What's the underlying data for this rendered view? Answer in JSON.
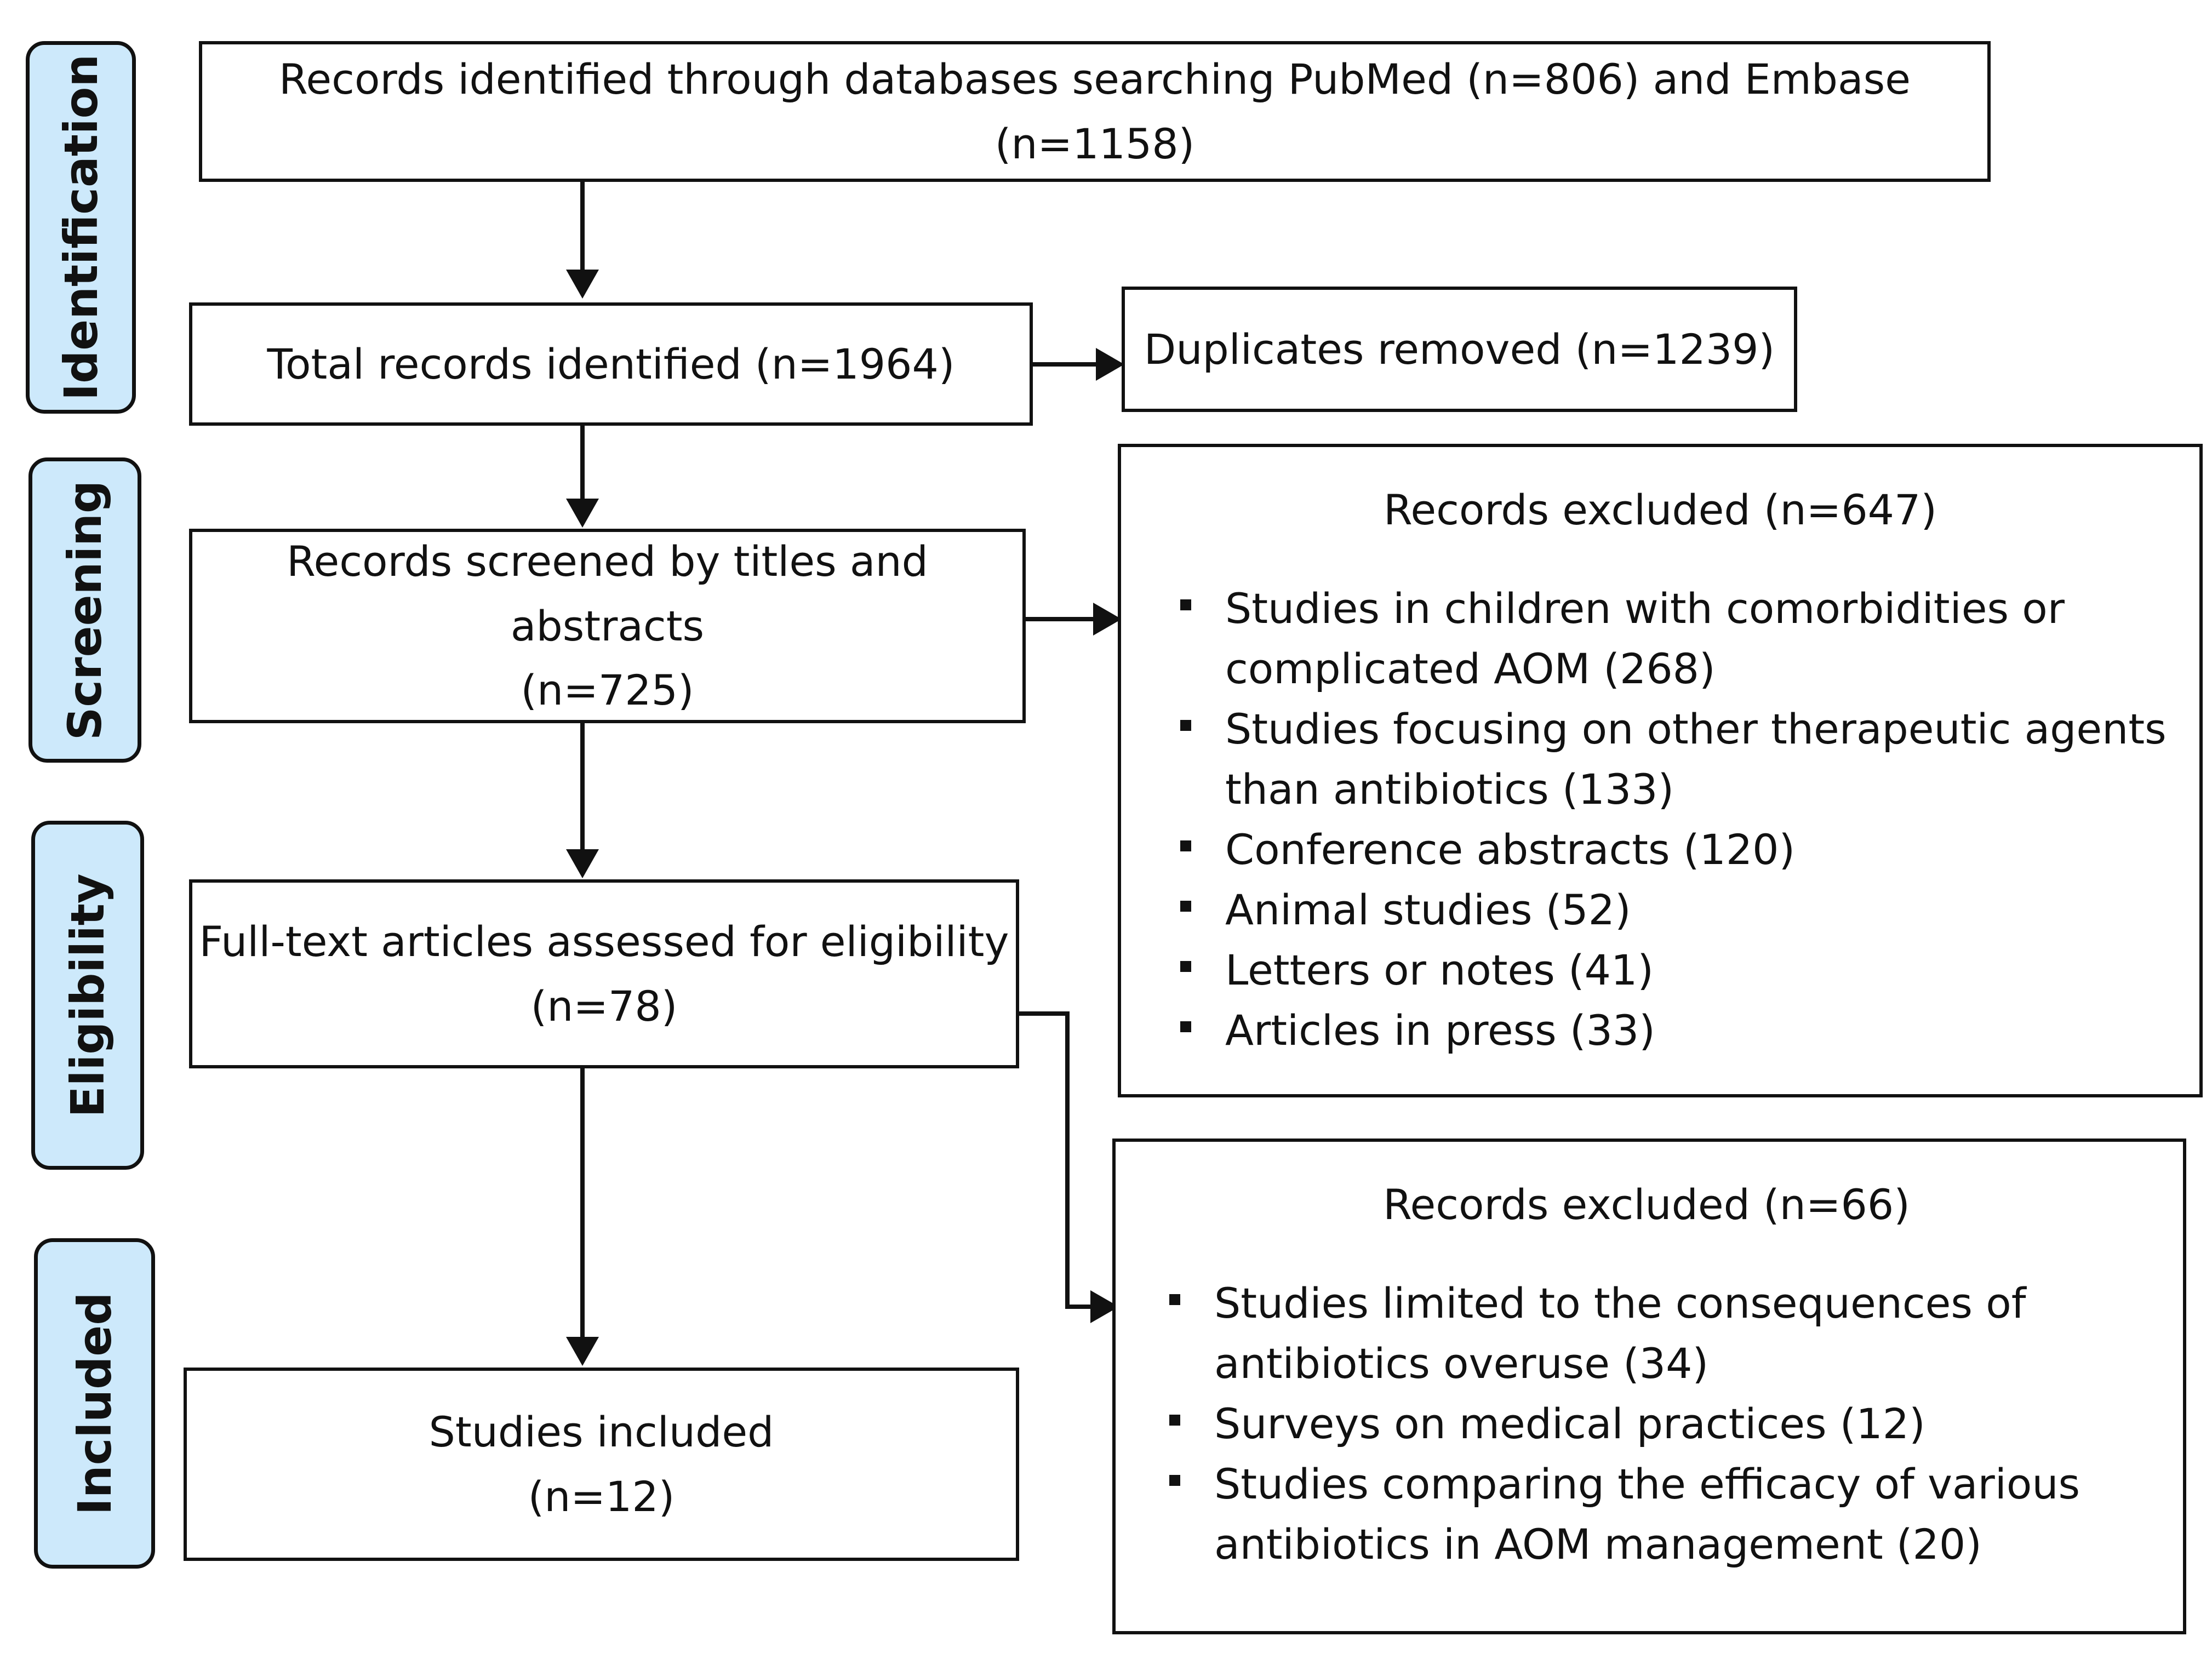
{
  "stages": [
    {
      "id": "identification",
      "label": "Identification"
    },
    {
      "id": "screening",
      "label": "Screening"
    },
    {
      "id": "eligibility",
      "label": "Eligibility"
    },
    {
      "id": "included",
      "label": "Included"
    }
  ],
  "boxes": {
    "identified": {
      "text": "Records identified through databases searching PubMed (n=806) and Embase (n=1158)"
    },
    "total": {
      "text": "Total records identified (n=1964)"
    },
    "duplicates": {
      "text": "Duplicates removed (n=1239)"
    },
    "screened": {
      "line1": "Records screened by titles and abstracts",
      "line2": "(n=725)"
    },
    "fulltext": {
      "line1": "Full-text articles assessed for eligibility",
      "line2": "(n=78)"
    },
    "included": {
      "line1": "Studies included",
      "line2": "(n=12)"
    }
  },
  "exclusions": {
    "screening": {
      "title": "Records excluded (n=647)",
      "items": [
        "Studies in children with comorbidities or complicated AOM (268)",
        "Studies focusing on other therapeutic agents than antibiotics (133)",
        "Conference abstracts (120)",
        "Animal studies (52)",
        "Letters or notes (41)",
        "Articles in press (33)"
      ]
    },
    "eligibility": {
      "title": "Records excluded (n=66)",
      "items": [
        "Studies limited to the consequences of antibiotics overuse (34)",
        "Surveys on medical practices (12)",
        "Studies comparing the efficacy of various antibiotics in AOM management (20)"
      ]
    }
  }
}
